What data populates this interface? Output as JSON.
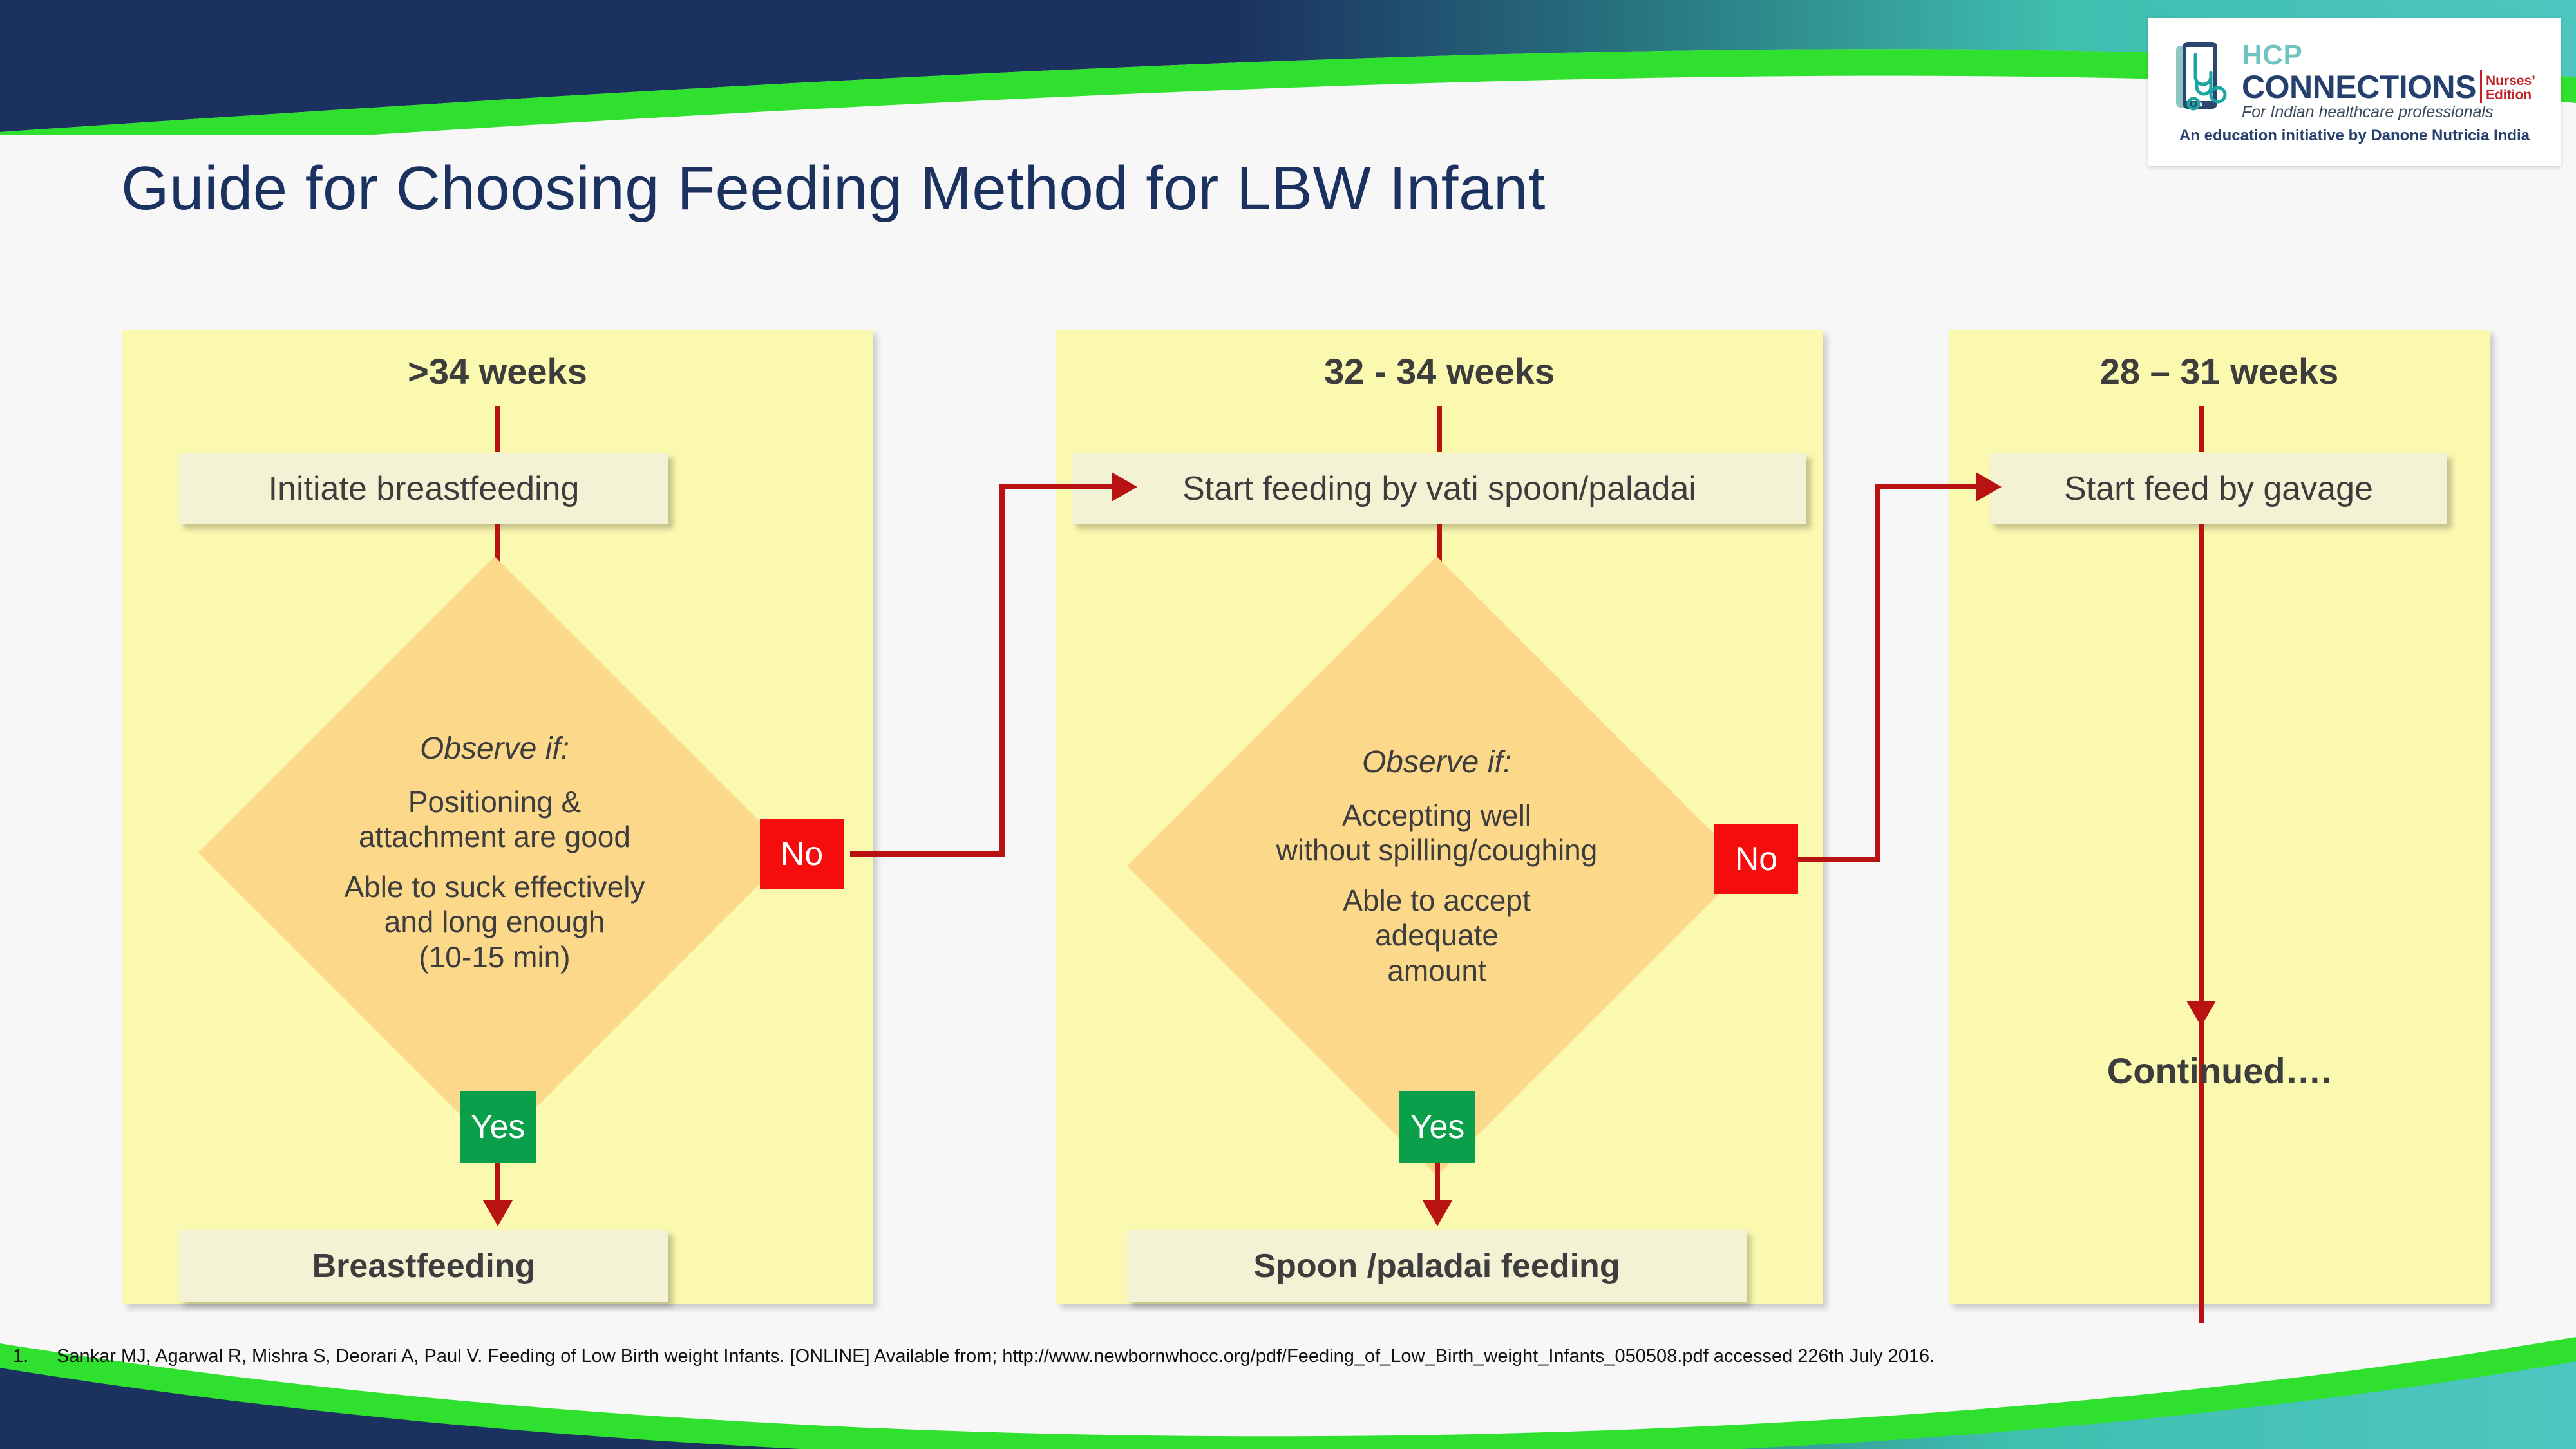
{
  "slide": {
    "title": "Guide for Choosing Feeding Method for LBW Infant",
    "footnote_number": "1.",
    "footnote": "Sankar MJ, Agarwal R, Mishra S, Deorari A, Paul V. Feeding of Low Birth weight Infants. [ONLINE] Available from; http://www.newbornwhocc.org/pdf/Feeding_of_Low_Birth_weight_Infants_050508.pdf accessed 226th July 2016."
  },
  "logo": {
    "hcp": "HCP",
    "connections": "CONNECTIONS",
    "edition_line1": "Nurses’",
    "edition_line2": "Edition",
    "tagline": "For Indian healthcare professionals",
    "subline": "An education initiative by Danone Nutricia India"
  },
  "colors": {
    "banner_navy": "#1b3260",
    "banner_teal": "#3fbfb0",
    "banner_green": "#2fe02f",
    "panel_yellow": "#fbf8b0",
    "box_cream": "#f3f2d4",
    "diamond_amber": "#fbd88a",
    "connector_red": "#b91212",
    "chip_no_red": "#f50d0d",
    "chip_yes_green": "#0aa04b",
    "title_navy": "#1b3260",
    "text_grey": "#3d3d3d"
  },
  "panels": [
    {
      "header": ">34 weeks",
      "start_box": "Initiate breastfeeding",
      "decision": {
        "observe_label": "Observe if:",
        "lines": [
          "Positioning &\nattachment are good",
          "Able to suck effectively\nand long enough\n(10-15 min)"
        ]
      },
      "no_label": "No",
      "yes_label": "Yes",
      "outcome": "Breastfeeding"
    },
    {
      "header": "32 - 34 weeks",
      "start_box": "Start feeding by vati spoon/paladai",
      "decision": {
        "observe_label": "Observe if:",
        "lines": [
          "Accepting well\nwithout spilling/coughing",
          "Able to accept\nadequate\namount"
        ]
      },
      "no_label": "No",
      "yes_label": "Yes",
      "outcome": "Spoon /paladai feeding"
    },
    {
      "header": "28 – 31 weeks",
      "start_box": "Start feed by gavage",
      "continued": "Continued…."
    }
  ]
}
